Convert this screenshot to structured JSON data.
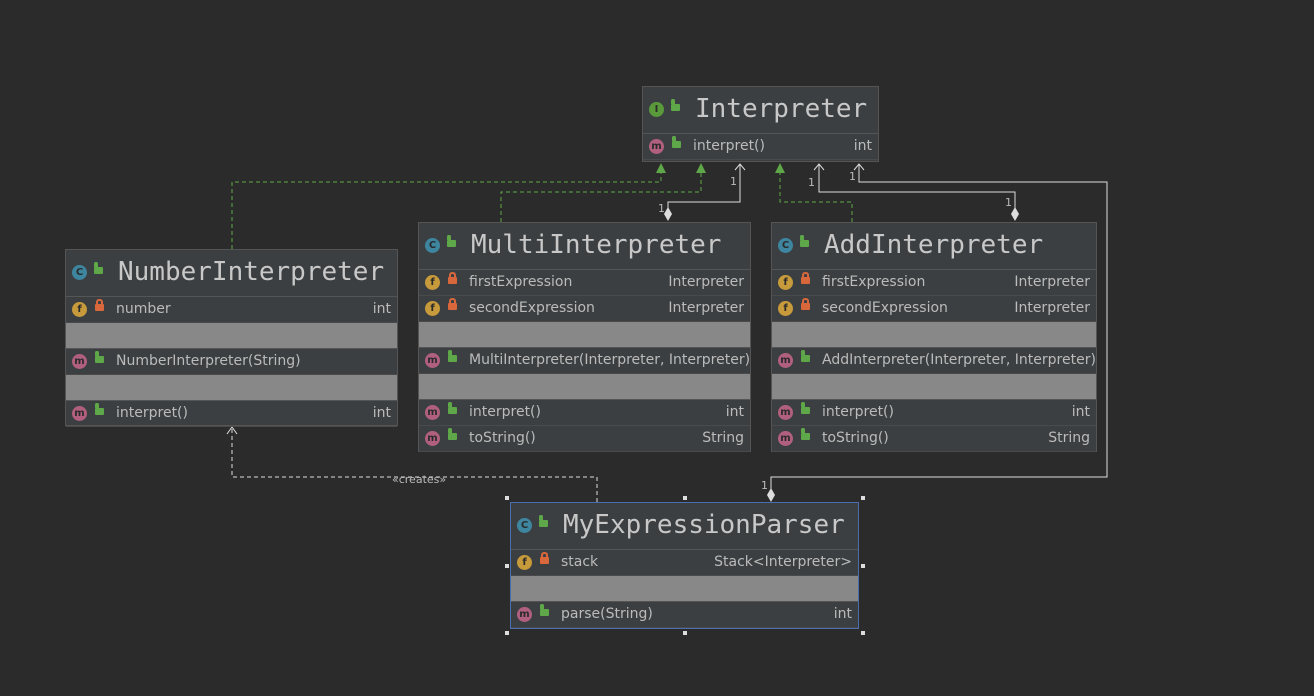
{
  "classes": {
    "interpreter": {
      "kind": "I",
      "title": "Interpreter",
      "methods": [
        {
          "name": "interpret()",
          "type": "int"
        }
      ]
    },
    "number": {
      "kind": "C",
      "title": "NumberInterpreter",
      "fields": [
        {
          "name": "number",
          "type": "int"
        }
      ],
      "constructors": [
        {
          "name": "NumberInterpreter(String)",
          "type": ""
        }
      ],
      "methods": [
        {
          "name": "interpret()",
          "type": "int"
        }
      ]
    },
    "multi": {
      "kind": "C",
      "title": "MultiInterpreter",
      "fields": [
        {
          "name": "firstExpression",
          "type": "Interpreter"
        },
        {
          "name": "secondExpression",
          "type": "Interpreter"
        }
      ],
      "constructors": [
        {
          "name": "MultiInterpreter(Interpreter, Interpreter)",
          "type": ""
        }
      ],
      "methods": [
        {
          "name": "interpret()",
          "type": "int"
        },
        {
          "name": "toString()",
          "type": "String"
        }
      ]
    },
    "add": {
      "kind": "C",
      "title": "AddInterpreter",
      "fields": [
        {
          "name": "firstExpression",
          "type": "Interpreter"
        },
        {
          "name": "secondExpression",
          "type": "Interpreter"
        }
      ],
      "constructors": [
        {
          "name": "AddInterpreter(Interpreter, Interpreter)",
          "type": ""
        }
      ],
      "methods": [
        {
          "name": "interpret()",
          "type": "int"
        },
        {
          "name": "toString()",
          "type": "String"
        }
      ]
    },
    "parser": {
      "kind": "C",
      "title": "MyExpressionParser",
      "fields": [
        {
          "name": "stack",
          "type": "Stack<Interpreter>"
        }
      ],
      "methods": [
        {
          "name": "parse(String)",
          "type": "int"
        }
      ]
    }
  },
  "badges": {
    "field": "f",
    "method": "m",
    "class": "C",
    "interface": "I"
  },
  "labels": {
    "creates": "«creates»",
    "mult_multi_top": "1",
    "mult_multi_bottom": "1",
    "mult_add_top": "1",
    "mult_add_bottom": "1",
    "mult_parser_top": "1",
    "mult_parser_bottom": "1"
  },
  "colors": {
    "background": "#2b2b2b",
    "box": "#3c3f41",
    "implements_line": "#5fa84a",
    "association_line": "#dddddd",
    "selected_border": "#4b6eaf"
  }
}
